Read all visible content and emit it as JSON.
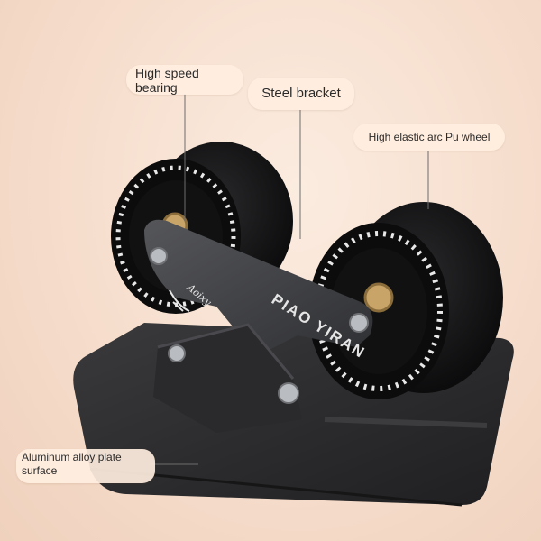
{
  "labels": {
    "bearing": [
      "High speed",
      "bearing"
    ],
    "bracket": "Steel bracket",
    "wheel": "High elastic arc Pu wheel",
    "plate": [
      "Aluminum alloy plate",
      "surface"
    ]
  },
  "bracket_brand_text": "PIAO YIRAN",
  "bracket_script_logo": "Aoixy",
  "colors": {
    "background": "#f6ddcc",
    "callout": "#ffeee0",
    "wheel": "#0f0f10",
    "hub_marks": "#e8e8e8",
    "bracket": "#3d3d40",
    "bearing": "#c8a468",
    "plate": "#2b2b2d"
  }
}
